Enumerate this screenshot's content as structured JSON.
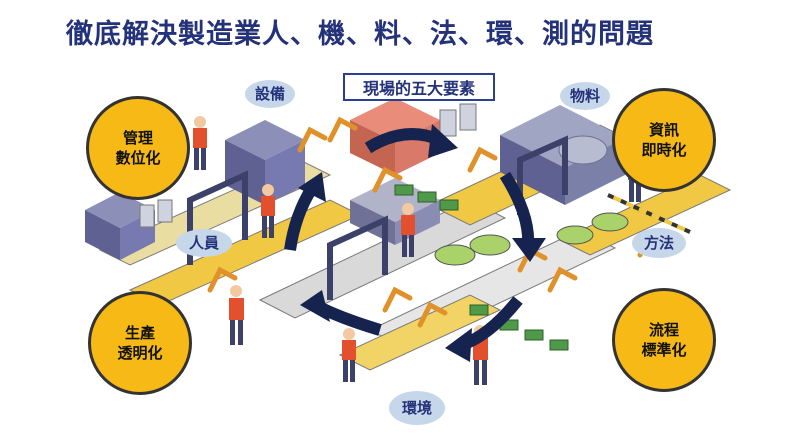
{
  "title": "徹底解決製造業人、機、料、法、環、測的問題",
  "center_label": "現場的五大要素",
  "elements": {
    "equipment": "設備",
    "material": "物料",
    "method": "方法",
    "personnel": "人員",
    "environment": "環境"
  },
  "benefits": {
    "top_left": [
      "管理",
      "數位化"
    ],
    "top_right": [
      "資訊",
      "即時化"
    ],
    "bottom_left": [
      "生產",
      "透明化"
    ],
    "bottom_right": [
      "流程",
      "標準化"
    ]
  },
  "colors": {
    "title": "#24327a",
    "oval_fill": "#c7d7ea",
    "circle_fill": "#f6b915",
    "arrow": "#16234f"
  }
}
